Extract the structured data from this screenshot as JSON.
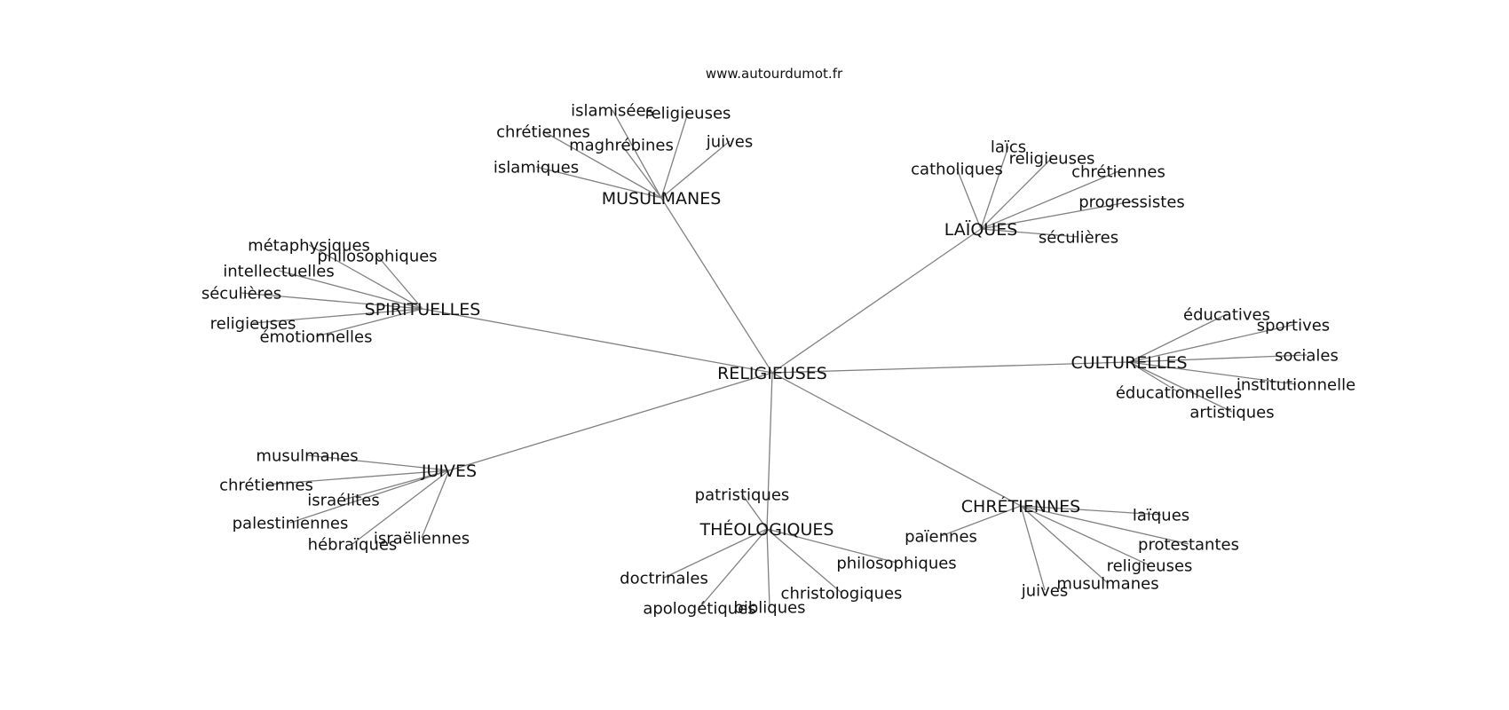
{
  "watermark": "www.autourdumot.fr",
  "graph": {
    "center": {
      "id": "center",
      "label": "RELIGIEUSES"
    },
    "groups": [
      {
        "id": "musulmanes",
        "label": "MUSULMANES",
        "children": [
          "islamisées",
          "religieuses",
          "chrétiennes",
          "maghrébines",
          "juives",
          "islamiques"
        ]
      },
      {
        "id": "laiques",
        "label": "LAÏQUES",
        "children": [
          "laïcs",
          "religieuses",
          "catholiques",
          "chrétiennes",
          "progressistes",
          "séculières"
        ]
      },
      {
        "id": "spirituelles",
        "label": "SPIRITUELLES",
        "children": [
          "métaphysiques",
          "philosophiques",
          "intellectuelles",
          "séculières",
          "religieuses",
          "émotionnelles"
        ]
      },
      {
        "id": "culturelles",
        "label": "CULTURELLES",
        "children": [
          "éducatives",
          "sportives",
          "sociales",
          "institutionnelle",
          "éducationnelles",
          "artistiques"
        ]
      },
      {
        "id": "juives",
        "label": "JUIVES",
        "children": [
          "musulmanes",
          "chrétiennes",
          "israélites",
          "palestiniennes",
          "israëliennes",
          "hébraïques"
        ]
      },
      {
        "id": "theologiques",
        "label": "THÉOLOGIQUES",
        "children": [
          "patristiques",
          "philosophiques",
          "doctrinales",
          "christologiques",
          "apologétiques",
          "bibliques"
        ]
      },
      {
        "id": "chretiennes",
        "label": "CHRÉTIENNES",
        "children": [
          "laïques",
          "païennes",
          "protestantes",
          "religieuses",
          "musulmanes",
          "juives"
        ]
      }
    ]
  }
}
